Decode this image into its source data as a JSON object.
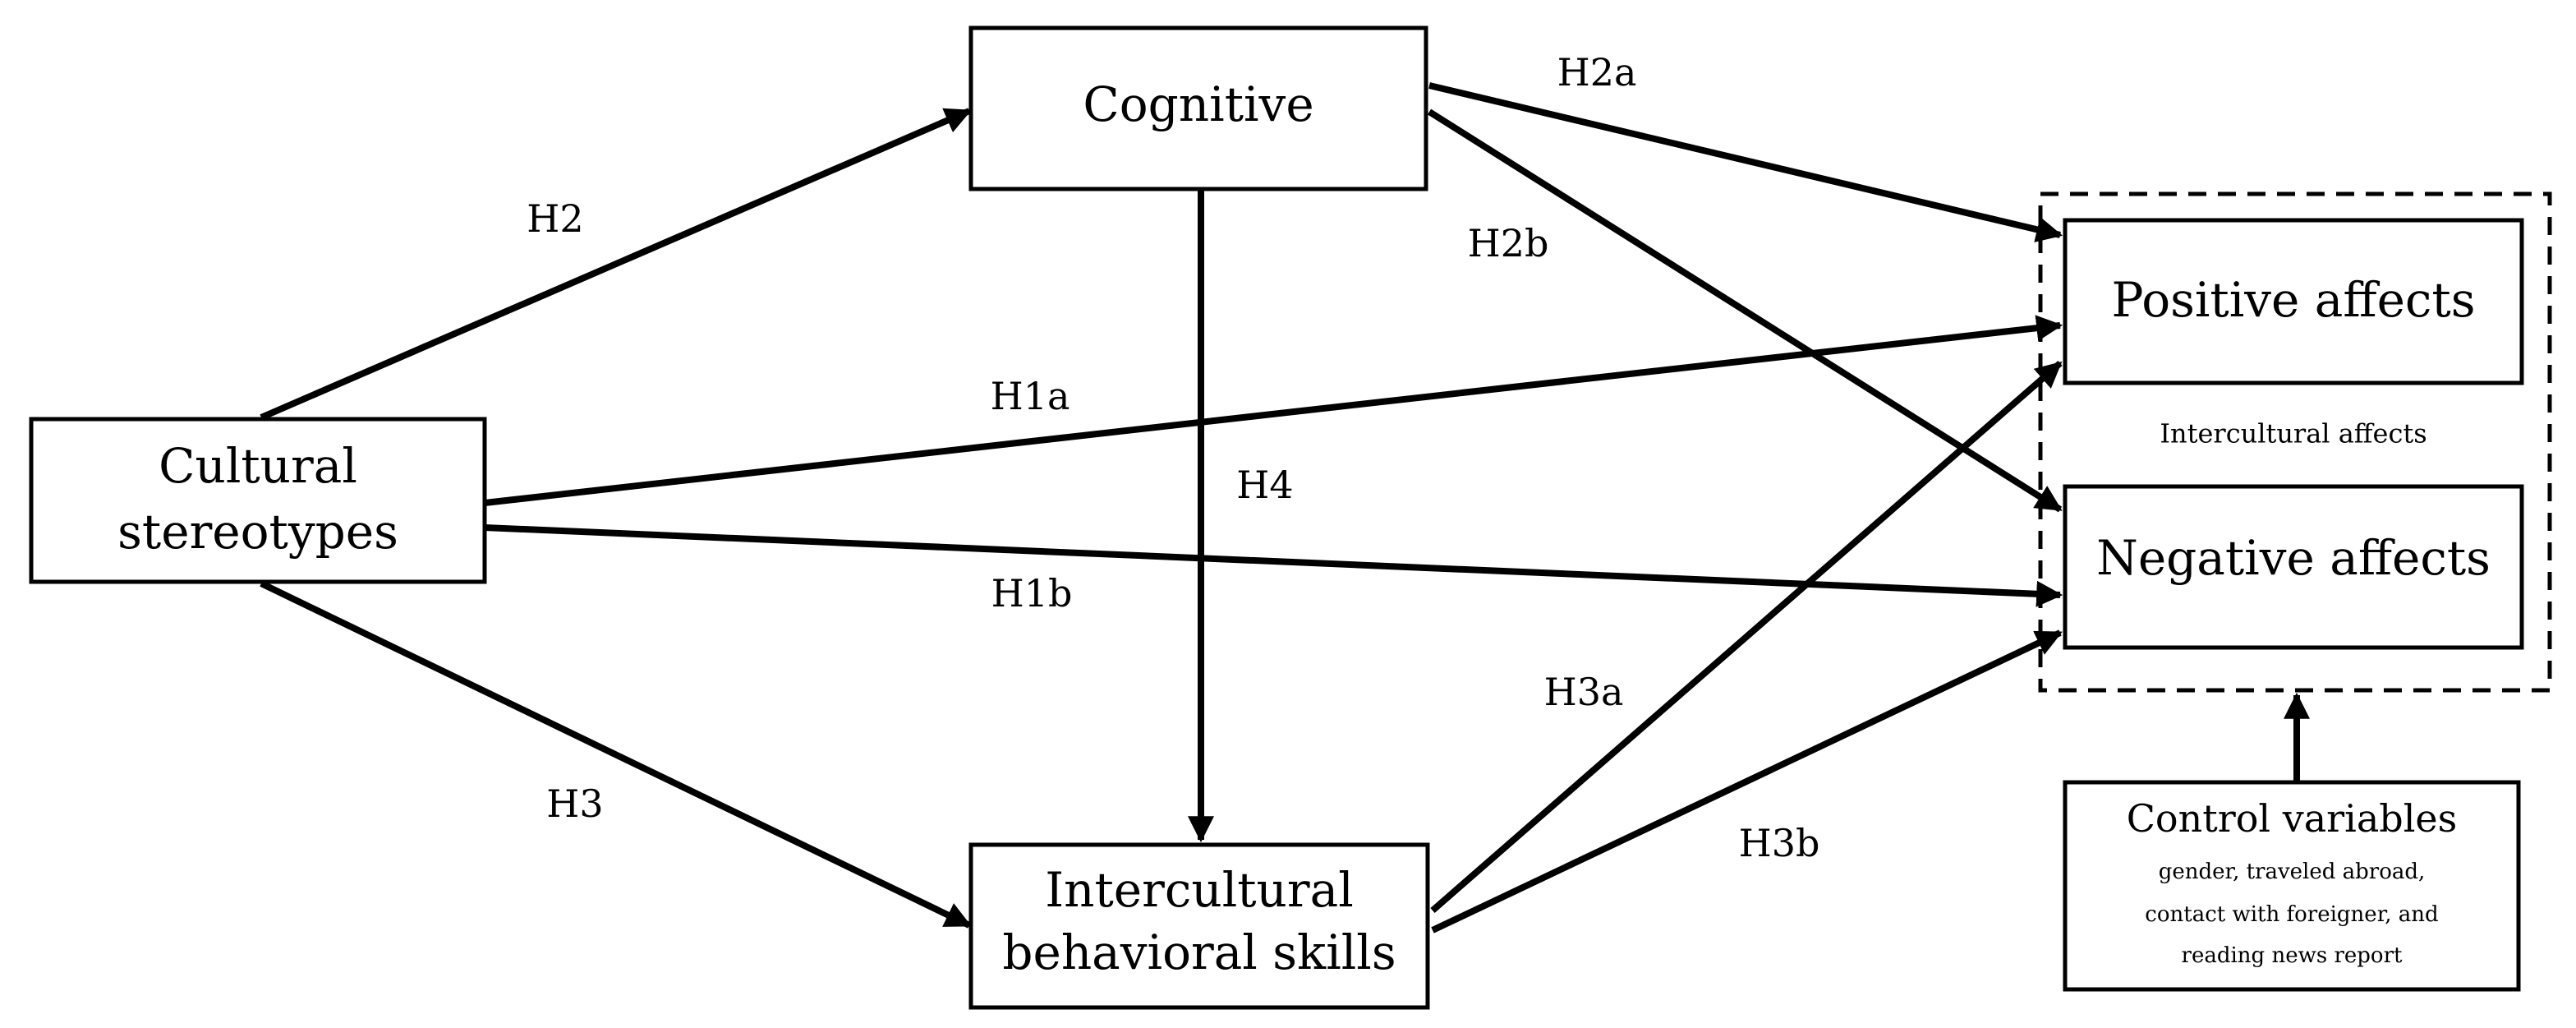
{
  "nodes": {
    "cognitive": "Cognitive",
    "cultural_stereotypes": [
      "Cultural",
      "stereotypes"
    ],
    "intercultural_behavioral_skills": [
      "Intercultural",
      "behavioral  skills"
    ],
    "positive_affects": "Positive affects",
    "negative_affects": "Negative affects",
    "intercultural_affects": "Intercultural  affects",
    "control_variables": {
      "title": "Control variables",
      "details": [
        "gender,  traveled abroad,",
        "contact with foreigner, and",
        "reading news report"
      ]
    }
  },
  "edges": {
    "h1a": "H1a",
    "h1b": "H1b",
    "h2": "H2",
    "h2a": "H2a",
    "h2b": "H2b",
    "h3": "H3",
    "h3a": "H3a",
    "h3b": "H3b",
    "h4": "H4"
  },
  "colors": {
    "stroke": "#000000",
    "background": "#ffffff"
  }
}
